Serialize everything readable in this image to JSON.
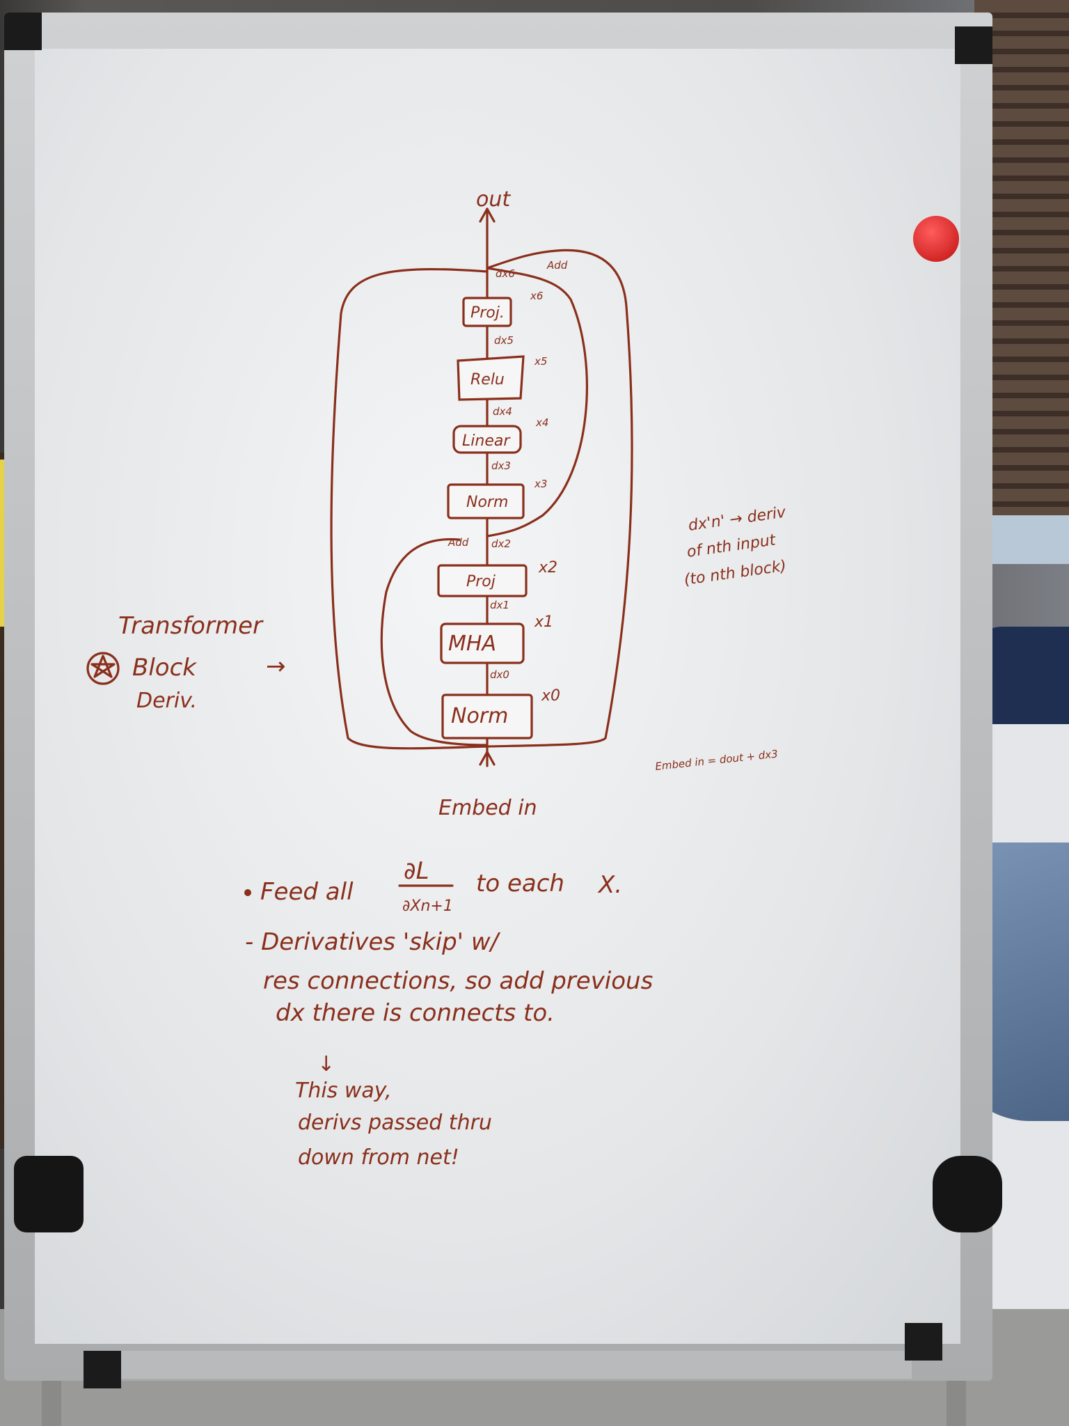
{
  "diagram": {
    "top_label": "out",
    "bottom_label": "Embed in",
    "blocks": [
      {
        "label": "Proj.",
        "input_deriv": "dx6",
        "tag": "x6"
      },
      {
        "label": "Relu",
        "input_deriv": "dx5",
        "tag": "x5"
      },
      {
        "label": "Linear",
        "input_deriv": "dx4",
        "tag": "x4"
      },
      {
        "label": "Norm",
        "input_deriv": "dx3",
        "tag": "x3"
      },
      {
        "label": "Proj",
        "input_deriv": "dx2",
        "tag": "x2"
      },
      {
        "label": "MHA",
        "input_deriv": "dx1",
        "tag": "x1"
      },
      {
        "label": "Norm",
        "input_deriv": "dx0",
        "tag": "x0"
      }
    ],
    "add_label_top": "Add",
    "add_label_mid": "Add",
    "left_note": [
      "Transformer",
      "Block",
      "Deriv."
    ],
    "left_note_arrow": "→",
    "right_note": [
      "dx'n' → deriv",
      "of nth input",
      "(to nth block)"
    ],
    "right_note_eq": "Embed in = dout + dx3"
  },
  "notes": {
    "bullet_line": [
      "Feed all",
      "∂L",
      "∂Xn+1",
      "to each",
      "X."
    ],
    "dash_lines": [
      "- Derivatives 'skip' w/",
      "res connections, so add previous",
      "dx there is connects to."
    ],
    "down_arrow": "↓",
    "footer_lines": [
      "This way,",
      "derivs passed thru",
      "down from net!"
    ]
  },
  "colors": {
    "ink": "#8a2f1c",
    "board": "#eef0f1",
    "magnet": "#d01818"
  }
}
